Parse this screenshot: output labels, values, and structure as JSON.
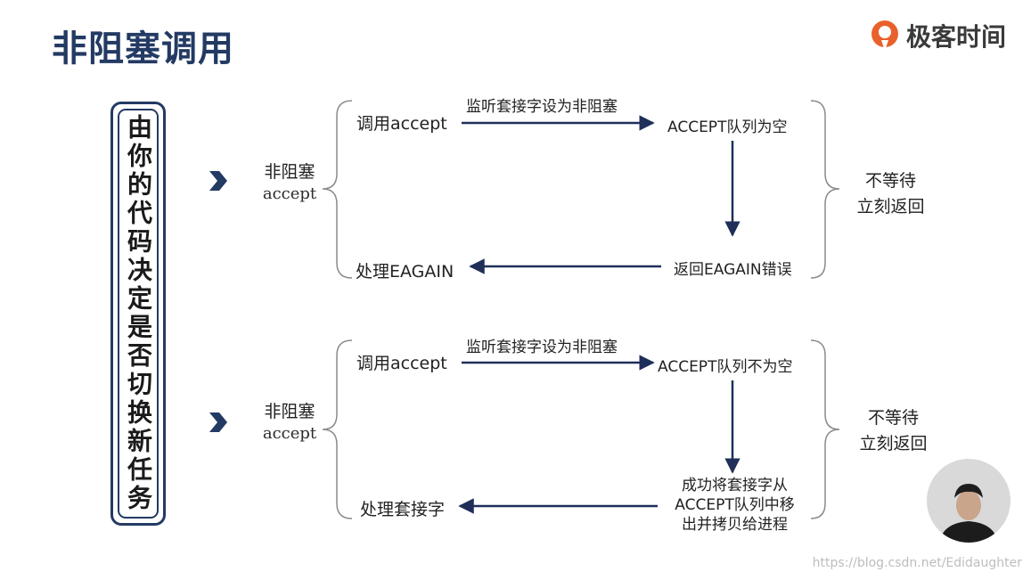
{
  "page": {
    "title": "非阻塞调用"
  },
  "logo": {
    "brand": "极客时间",
    "icon": "geektime-logo-icon",
    "color": "#e8612c"
  },
  "sidebar": {
    "text": "由你的代码决定是否切换新任务"
  },
  "top_flow": {
    "left_label_line1": "非阻塞",
    "left_label_line2": "accept",
    "step1": "调用accept",
    "step1_arrow_label": "监听套接字设为非阻塞",
    "step2": "ACCEPT队列为空",
    "step3": "返回EAGAIN错误",
    "step4": "处理EAGAIN",
    "right_label_line1": "不等待",
    "right_label_line2": "立刻返回"
  },
  "bottom_flow": {
    "left_label_line1": "非阻塞",
    "left_label_line2": "accept",
    "step1": "调用accept",
    "step1_arrow_label": "监听套接字设为非阻塞",
    "step2": "ACCEPT队列不为空",
    "step3_line1": "成功将套接字从",
    "step3_line2": "ACCEPT队列中移",
    "step3_line3": "出并拷贝给进程",
    "step4": "处理套接字",
    "right_label_line1": "不等待",
    "right_label_line2": "立刻返回"
  },
  "watermark": "https://blog.csdn.net/Edidaughter",
  "colors": {
    "accent": "#233a63",
    "arrow": "#1f2f5a"
  }
}
